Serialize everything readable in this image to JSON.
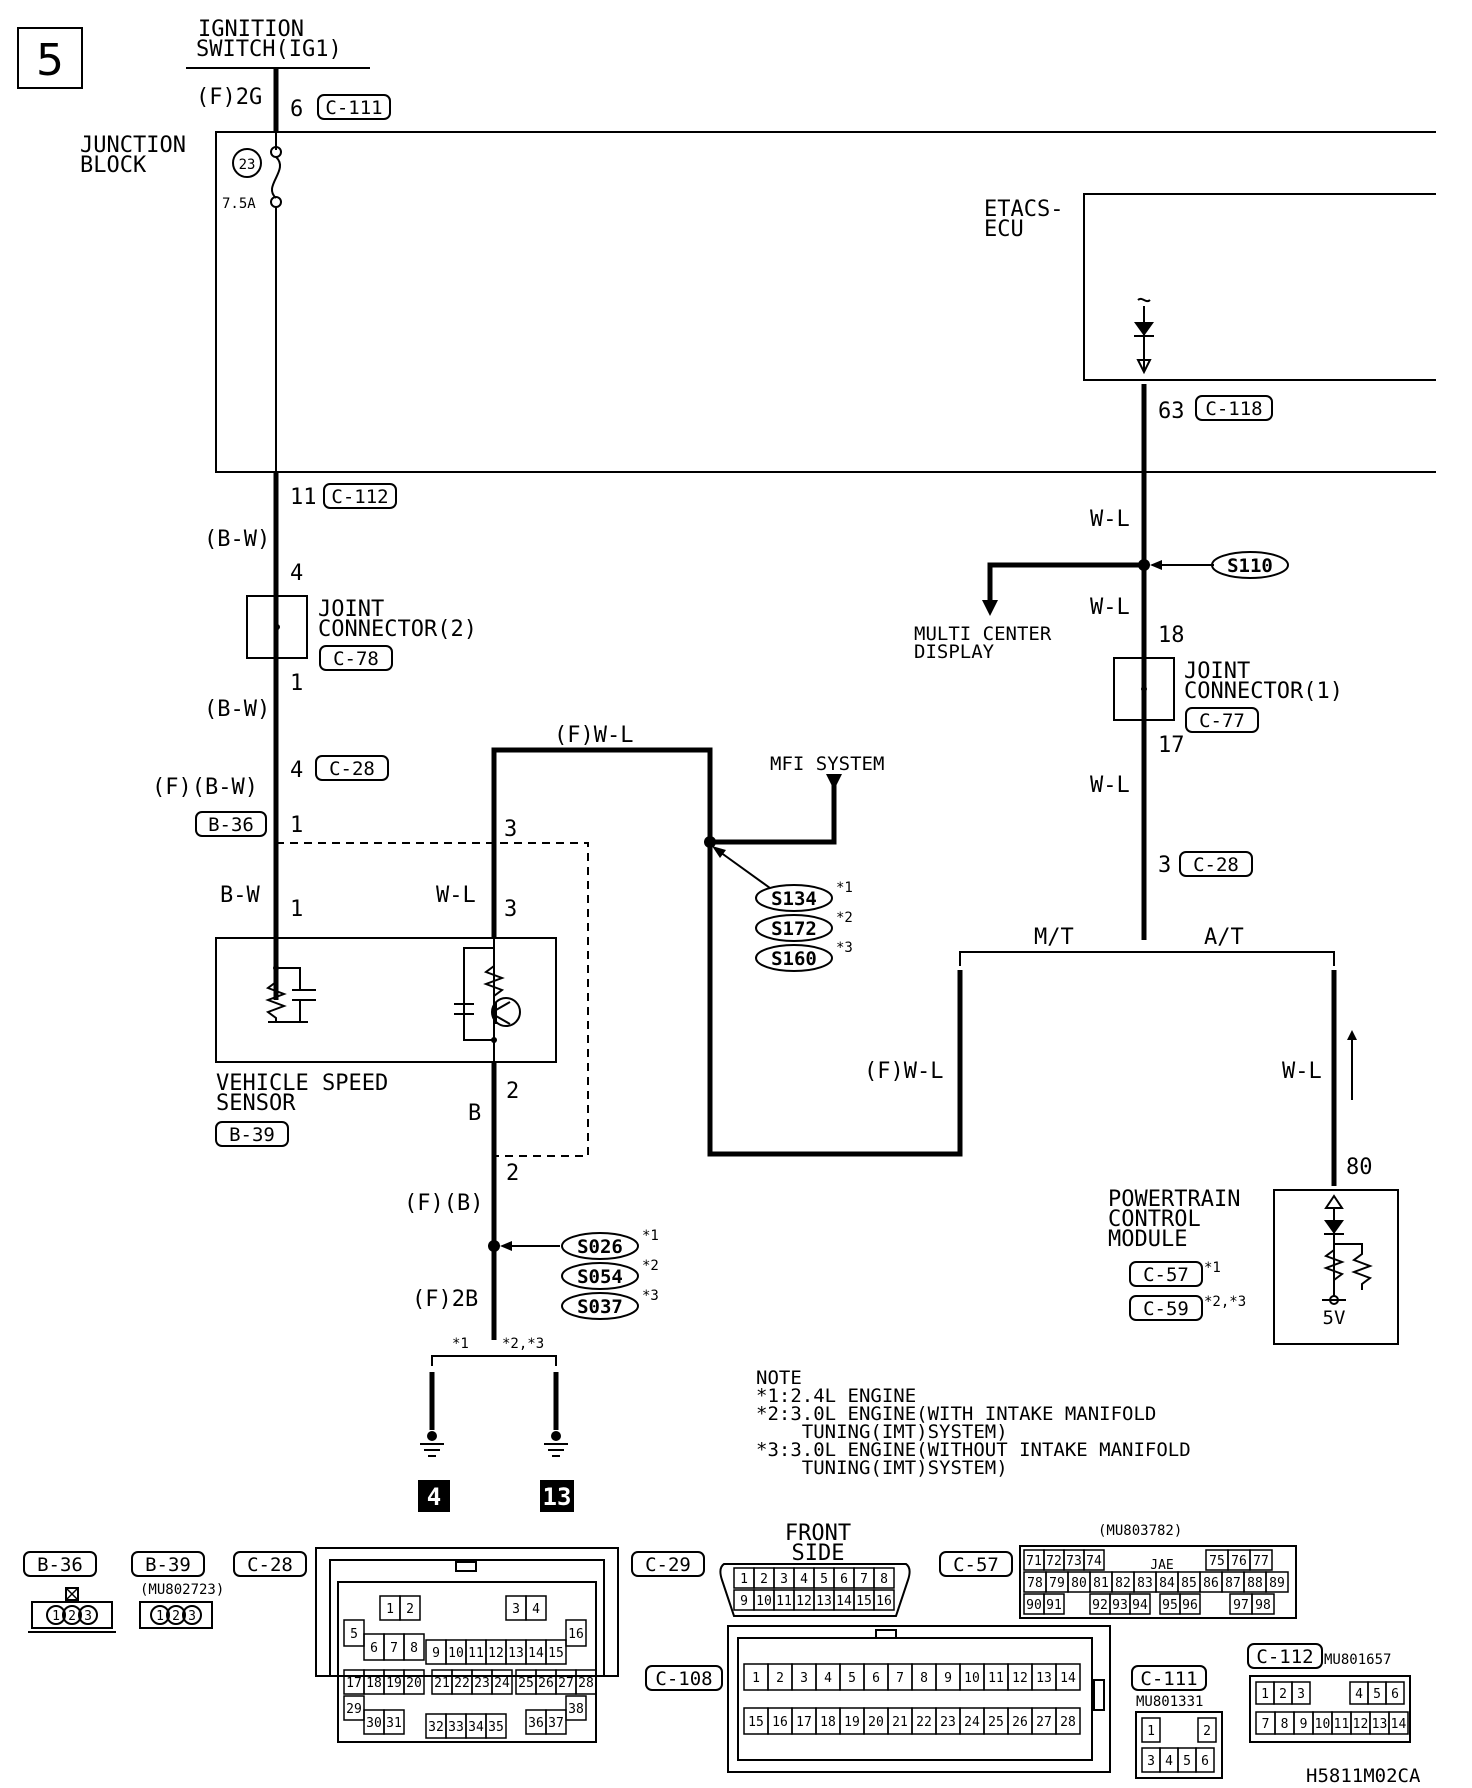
{
  "page_number": "5",
  "diagram_code": "H5811M02CA",
  "components": {
    "ignition_switch": [
      "IGNITION",
      "SWITCH(IG1)"
    ],
    "junction_block": [
      "JUNCTION",
      "BLOCK"
    ],
    "fuse_number": "23",
    "fuse_rating": "7.5A",
    "etacs_ecu": [
      "ETACS-",
      "ECU"
    ],
    "joint_connector_2": [
      "JOINT",
      "CONNECTOR(2)"
    ],
    "joint_connector_1": [
      "JOINT",
      "CONNECTOR(1)"
    ],
    "multi_center_display": [
      "MULTI CENTER",
      "DISPLAY"
    ],
    "mfi_system": "MFI SYSTEM",
    "vehicle_speed_sensor": [
      "VEHICLE SPEED",
      "SENSOR"
    ],
    "pcm": [
      "POWERTRAIN",
      "CONTROL",
      "MODULE"
    ],
    "pcm_voltage": "5V"
  },
  "wires": {
    "f2g": "(F)2G",
    "bw_paren": "(B-W)",
    "f_bw": "(F)(B-W)",
    "bw": "B-W",
    "f_wl": "(F)W-L",
    "wl": "W-L",
    "b": "B",
    "f_b": "(F)(B)",
    "f2b": "(F)2B",
    "mt": "M/T",
    "at": "A/T"
  },
  "pins": {
    "p6": "6",
    "p11": "11",
    "p4": "4",
    "p1": "1",
    "p4b": "4",
    "p1b": "1",
    "p1c": "1",
    "p3a": "3",
    "p3b": "3",
    "p2a": "2",
    "p2b": "2",
    "p63": "63",
    "p18": "18",
    "p17": "17",
    "p3c": "3",
    "p80": "80"
  },
  "connectors": {
    "c111": "C-111",
    "c112": "C-112",
    "c78": "C-78",
    "c28": "C-28",
    "b36": "B-36",
    "b39": "B-39",
    "c118": "C-118",
    "c77": "C-77",
    "c28b": "C-28",
    "c57": "C-57",
    "c59": "C-59"
  },
  "splices": {
    "s110": "S110",
    "s134": "S134",
    "s172": "S172",
    "s160": "S160",
    "s026": "S026",
    "s054": "S054",
    "s037": "S037",
    "m1": "*1",
    "m2": "*2",
    "m3": "*3",
    "m1b": "*1",
    "m2b": "*2",
    "m3b": "*3",
    "m1c": "*1",
    "m23c": "*2,*3",
    "m1d": "*1",
    "m23d": "*2,*3"
  },
  "grounds": {
    "g4": "4",
    "g13": "13"
  },
  "note": [
    "NOTE",
    "*1:2.4L ENGINE",
    "*2:3.0L ENGINE(WITH INTAKE MANIFOLD",
    "    TUNING(IMT)SYSTEM)",
    "*3:3.0L ENGINE(WITHOUT INTAKE MANIFOLD",
    "    TUNING(IMT)SYSTEM)"
  ],
  "connector_views": {
    "b36": "B-36",
    "b39": "B-39",
    "b39_part": "(MU802723)",
    "c28": "C-28",
    "c29": "C-29",
    "c29_side": [
      "FRONT",
      "SIDE"
    ],
    "c57": "C-57",
    "c57_part": "(MU803782)",
    "c57_brand": "JAE",
    "c108": "C-108",
    "c111": "C-111",
    "c111_part": "MU801331",
    "c112": "C-112",
    "c112_part": "MU801657",
    "pins_123": [
      "1",
      "2",
      "3"
    ],
    "c28_pins": {
      "r1": [
        "1",
        "2",
        "3",
        "4"
      ],
      "r2": [
        "5",
        "16"
      ],
      "r3": [
        "6",
        "7",
        "8",
        "9",
        "10",
        "11",
        "12",
        "13",
        "14",
        "15"
      ],
      "r4": [
        "17",
        "18",
        "19",
        "20",
        "21",
        "22",
        "23",
        "24",
        "25",
        "26",
        "27",
        "28"
      ],
      "r5": [
        "29",
        "38"
      ],
      "r6": [
        "30",
        "31",
        "32",
        "33",
        "34",
        "35",
        "36",
        "37"
      ]
    },
    "c29_pins": {
      "top": [
        "1",
        "2",
        "3",
        "4",
        "5",
        "6",
        "7",
        "8"
      ],
      "bottom": [
        "9",
        "10",
        "11",
        "12",
        "13",
        "14",
        "15",
        "16"
      ]
    },
    "c57_pins": {
      "r1": [
        "71",
        "72",
        "73",
        "74",
        "75",
        "76",
        "77"
      ],
      "r2": [
        "78",
        "79",
        "80",
        "81",
        "82",
        "83",
        "84",
        "85",
        "86",
        "87",
        "88",
        "89"
      ],
      "r3": [
        "90",
        "91",
        "92",
        "93",
        "94",
        "95",
        "96",
        "97",
        "98"
      ]
    },
    "c108_pins": {
      "top": [
        "1",
        "2",
        "3",
        "4",
        "5",
        "6",
        "7",
        "8",
        "9",
        "10",
        "11",
        "12",
        "13",
        "14"
      ],
      "bottom": [
        "15",
        "16",
        "17",
        "18",
        "19",
        "20",
        "21",
        "22",
        "23",
        "24",
        "25",
        "26",
        "27",
        "28"
      ]
    },
    "c111_pins": {
      "top": [
        "1",
        "2"
      ],
      "bottom": [
        "3",
        "4",
        "5",
        "6"
      ]
    },
    "c112_pins": {
      "top": [
        "1",
        "2",
        "3",
        "4",
        "5",
        "6"
      ],
      "bottom": [
        "7",
        "8",
        "9",
        "10",
        "11",
        "12",
        "13",
        "14"
      ]
    }
  }
}
